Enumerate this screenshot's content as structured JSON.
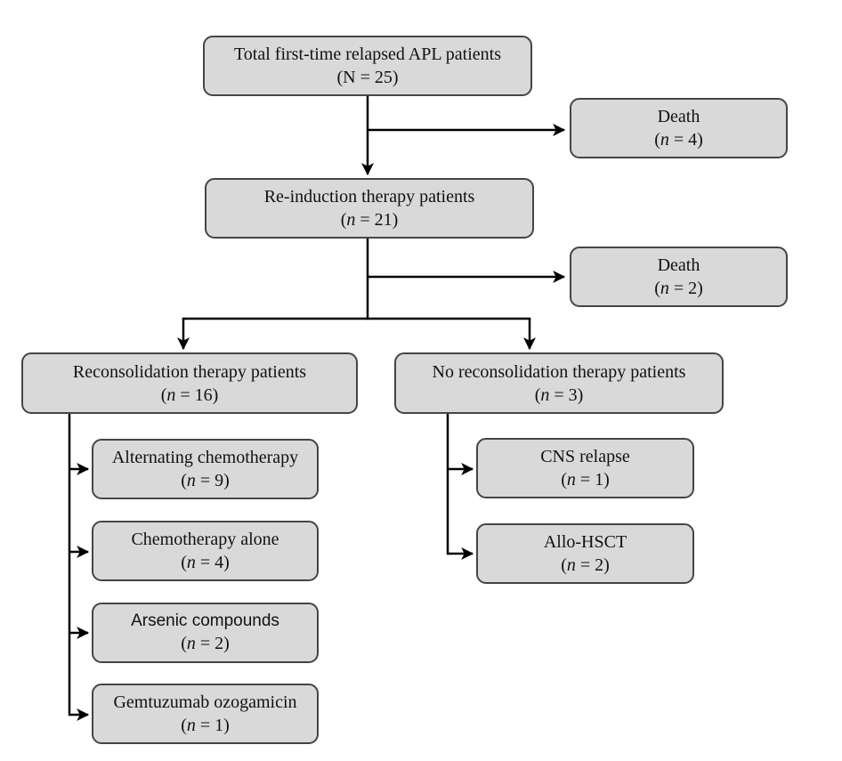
{
  "figure": {
    "type": "flowchart",
    "background_color": "#ffffff",
    "box_fill_color": "#d9d9d9",
    "box_border_color": "#454545",
    "connector_color": "#000000"
  },
  "nodes": {
    "total": {
      "label": "Total first-time relapsed APL patients",
      "count_open": "(",
      "count_var": "N",
      "count_rest": " = 25)"
    },
    "death1": {
      "label": "Death",
      "count_open": "(",
      "count_var": "n",
      "count_rest": " = 4)"
    },
    "reinduction": {
      "label": "Re-induction therapy patients",
      "count_open": "(",
      "count_var": "n",
      "count_rest": " = 21)"
    },
    "death2": {
      "label": "Death",
      "count_open": "(",
      "count_var": "n",
      "count_rest": " = 2)"
    },
    "reconsolidation": {
      "label": "Reconsolidation therapy patients",
      "count_open": "(",
      "count_var": "n",
      "count_rest": " = 16)"
    },
    "no_reconsolidation": {
      "label": "No reconsolidation therapy patients",
      "count_open": "(",
      "count_var": "n",
      "count_rest": " = 3)"
    },
    "alternating": {
      "label": "Alternating chemotherapy",
      "count_open": "(",
      "count_var": "n",
      "count_rest": " = 9)"
    },
    "chemo_alone": {
      "label": "Chemotherapy alone",
      "count_open": "(",
      "count_var": "n",
      "count_rest": " = 4)"
    },
    "arsenic": {
      "label": "Arsenic compounds",
      "count_open": "(",
      "count_var": "n",
      "count_rest": " = 2)"
    },
    "gemtuzumab": {
      "label": "Gemtuzumab ozogamicin",
      "count_open": "(",
      "count_var": "n",
      "count_rest": " = 1)"
    },
    "cns_relapse": {
      "label": "CNS relapse",
      "count_open": "(",
      "count_var": "n",
      "count_rest": " = 1)"
    },
    "allo_hsct": {
      "label": "Allo-HSCT",
      "count_open": "(",
      "count_var": "n",
      "count_rest": " = 2)"
    }
  }
}
